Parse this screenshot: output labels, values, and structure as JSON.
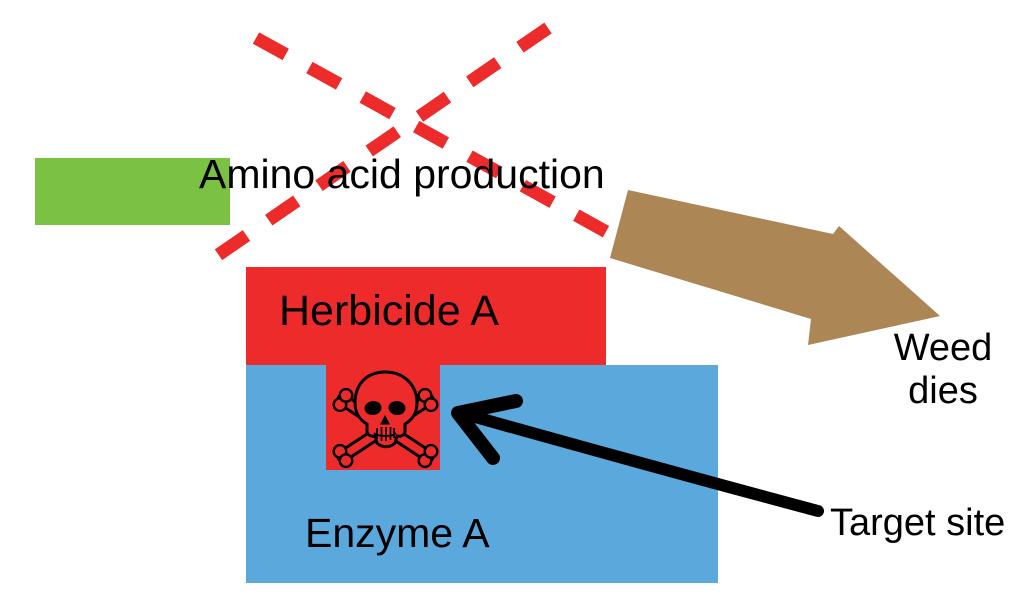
{
  "labels": {
    "amino_acid": "Amino acid production",
    "herbicide": "Herbicide A",
    "enzyme": "Enzyme A",
    "weed_line1": "Weed",
    "weed_line2": "dies",
    "target_site": "Target site"
  },
  "icons": {
    "skull": "skull-and-crossbones-icon",
    "blocked_cross": "red-dashed-x-blocked-icon",
    "weed_arrow": "brown-block-arrow-icon",
    "target_arrow": "black-pointer-arrow-icon"
  },
  "colors": {
    "red": "#ED2B2B",
    "green": "#7BC143",
    "blue": "#5AA8DC",
    "brown": "#AC8655",
    "ink": "#000000"
  }
}
